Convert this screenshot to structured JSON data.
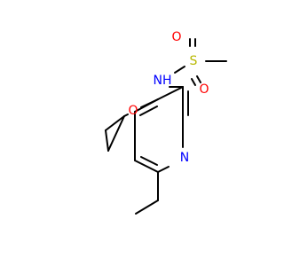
{
  "structure": {
    "atoms": {
      "sulfur": "S",
      "oxygen_top": "O",
      "oxygen_bottom": "O",
      "amide_nh": "NH",
      "ether_oxygen": "O",
      "ring_nitrogen": "N"
    },
    "colors": {
      "bond": "#000000",
      "sulfur": "#b8b800",
      "oxygen": "#ff0000",
      "nitrogen": "#0000ff"
    }
  }
}
